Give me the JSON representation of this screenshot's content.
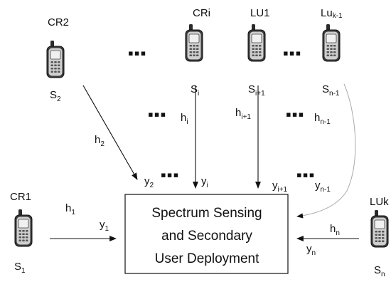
{
  "center_box": {
    "lines": [
      "Spectrum Sensing",
      "and Secondary",
      "User Deployment"
    ]
  },
  "nodes": [
    {
      "id": "CR1",
      "name": "CR1",
      "s_main": "S",
      "s_sub": "1",
      "icon": "mobile-phone-icon"
    },
    {
      "id": "CR2",
      "name": "CR2",
      "s_main": "S",
      "s_sub": "2",
      "icon": "mobile-phone-icon"
    },
    {
      "id": "CRi",
      "name": "CRi",
      "s_main": "S",
      "s_sub": "i",
      "icon": "mobile-phone-icon"
    },
    {
      "id": "LU1",
      "name": "LU1",
      "s_main": "S",
      "s_sub": "i+1",
      "icon": "mobile-phone-icon"
    },
    {
      "id": "LUk1",
      "name_main": "Lu",
      "name_sub": "k-1",
      "s_main": "S",
      "s_sub": "n-1",
      "icon": "mobile-phone-icon"
    },
    {
      "id": "LUk",
      "name": "LUk",
      "s_main": "S",
      "s_sub": "n",
      "icon": "mobile-phone-icon"
    }
  ],
  "channels": [
    {
      "h_main": "h",
      "h_sub": "1",
      "y_main": "y",
      "y_sub": "1"
    },
    {
      "h_main": "h",
      "h_sub": "2",
      "y_main": "y",
      "y_sub": "2"
    },
    {
      "h_main": "h",
      "h_sub": "i",
      "y_main": "y",
      "y_sub": "i"
    },
    {
      "h_main": "h",
      "h_sub": "i+1",
      "y_main": "y",
      "y_sub": "i+1"
    },
    {
      "h_main": "h",
      "h_sub": "n-1",
      "y_main": "y",
      "y_sub": "n-1"
    },
    {
      "h_main": "h",
      "h_sub": "n",
      "y_main": "y",
      "y_sub": "n"
    }
  ],
  "ellipsis": "…",
  "ellipsis_dots": "▪▪▪"
}
